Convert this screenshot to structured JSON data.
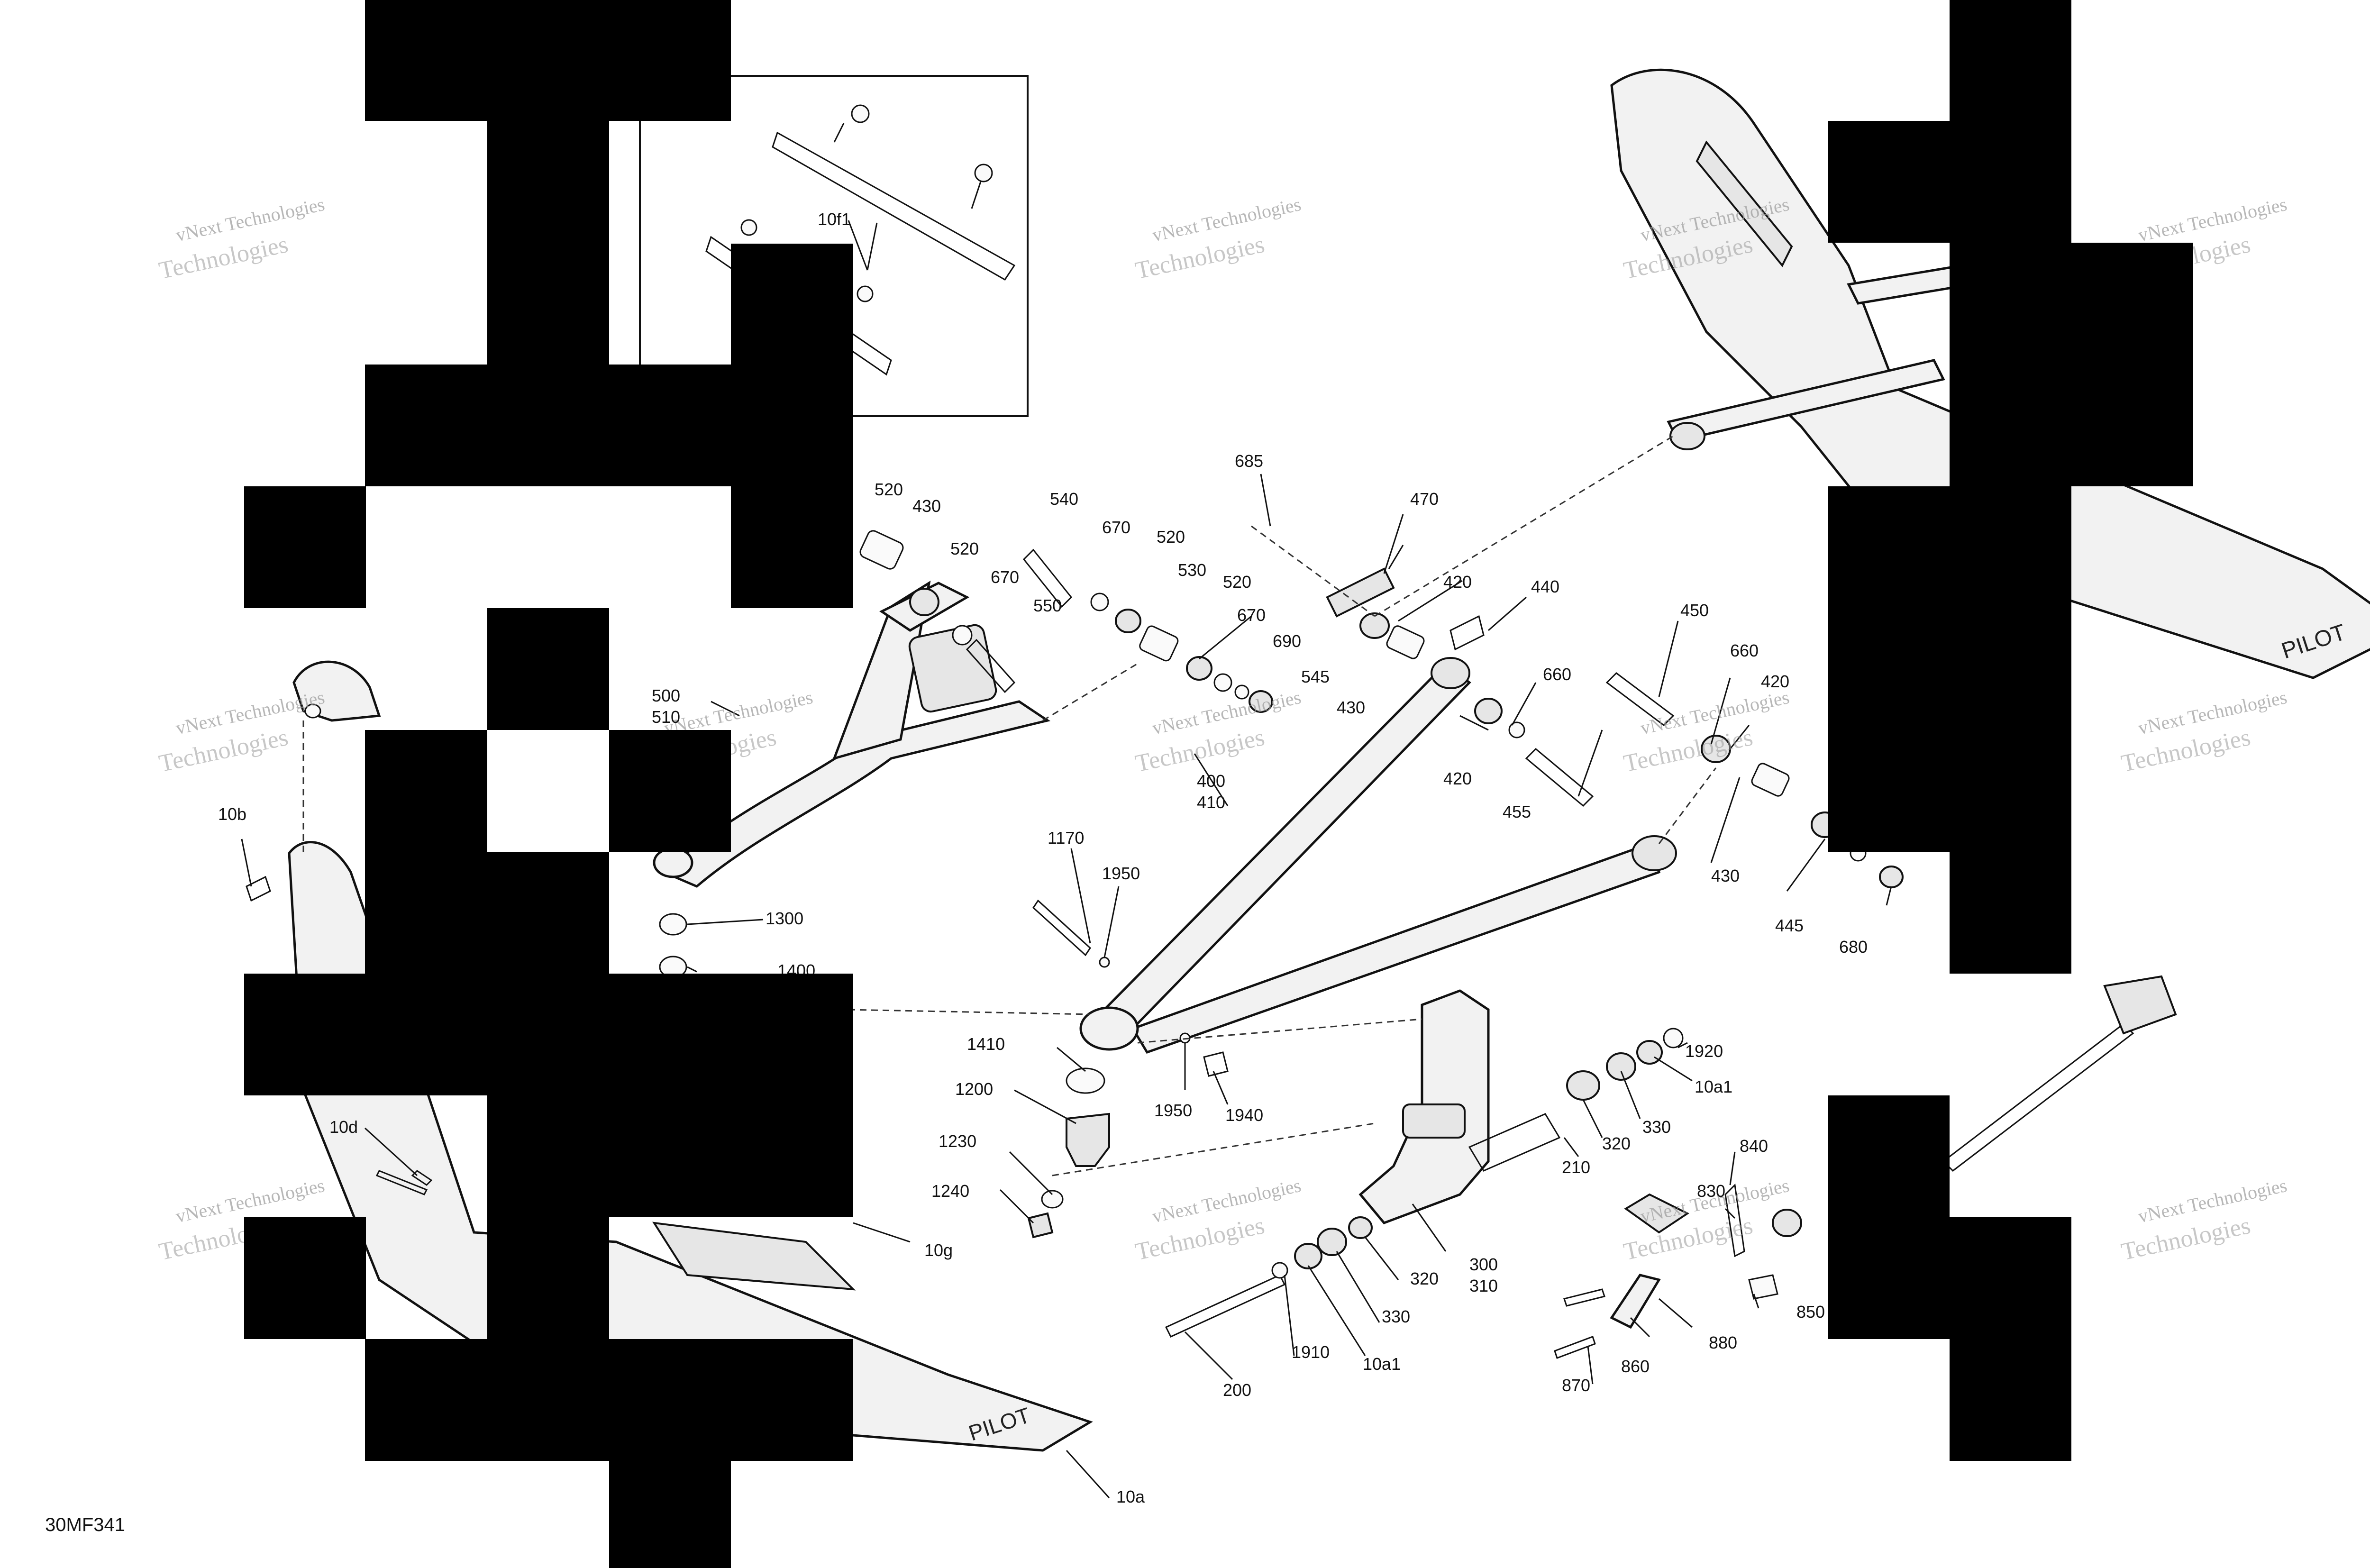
{
  "drawing": {
    "code": "30MF341",
    "watermark": {
      "line1": "vNext Technologies",
      "line2": "Technologies"
    },
    "callouts": [
      "10f1",
      "520",
      "430",
      "520",
      "670",
      "550",
      "540",
      "670",
      "520",
      "530",
      "520",
      "670",
      "690",
      "545",
      "685",
      "470",
      "420",
      "440",
      "660",
      "430",
      "420",
      "455",
      "450",
      "660",
      "420",
      "430",
      "445",
      "680",
      "500",
      "510",
      "400",
      "410",
      "10b",
      "1170",
      "1950",
      "1300",
      "1400",
      "1410",
      "1200",
      "1230",
      "1240",
      "1950",
      "1940",
      "1920",
      "10a1",
      "330",
      "320",
      "210",
      "10d",
      "10g",
      "300",
      "310",
      "320",
      "330",
      "200",
      "1910",
      "10a1",
      "840",
      "830",
      "850",
      "880",
      "860",
      "870",
      "10a"
    ]
  }
}
